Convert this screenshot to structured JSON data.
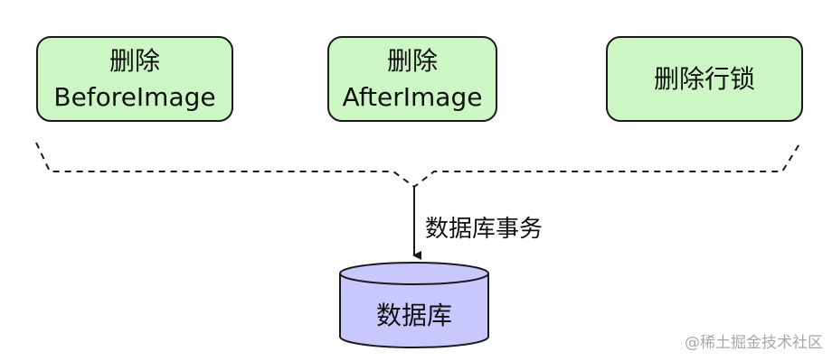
{
  "diagram": {
    "boxes": [
      {
        "line1": "删除",
        "line2": "BeforeImage"
      },
      {
        "line1": "删除",
        "line2": "AfterImage"
      },
      {
        "line1": "删除行锁",
        "line2": ""
      }
    ],
    "edge_label": "数据库事务",
    "database_label": "数据库",
    "colors": {
      "box_fill": "#ccf7c5",
      "database_fill": "#c8c8ff",
      "stroke": "#1a1a1a"
    }
  },
  "watermark": "@稀土掘金技术社区"
}
